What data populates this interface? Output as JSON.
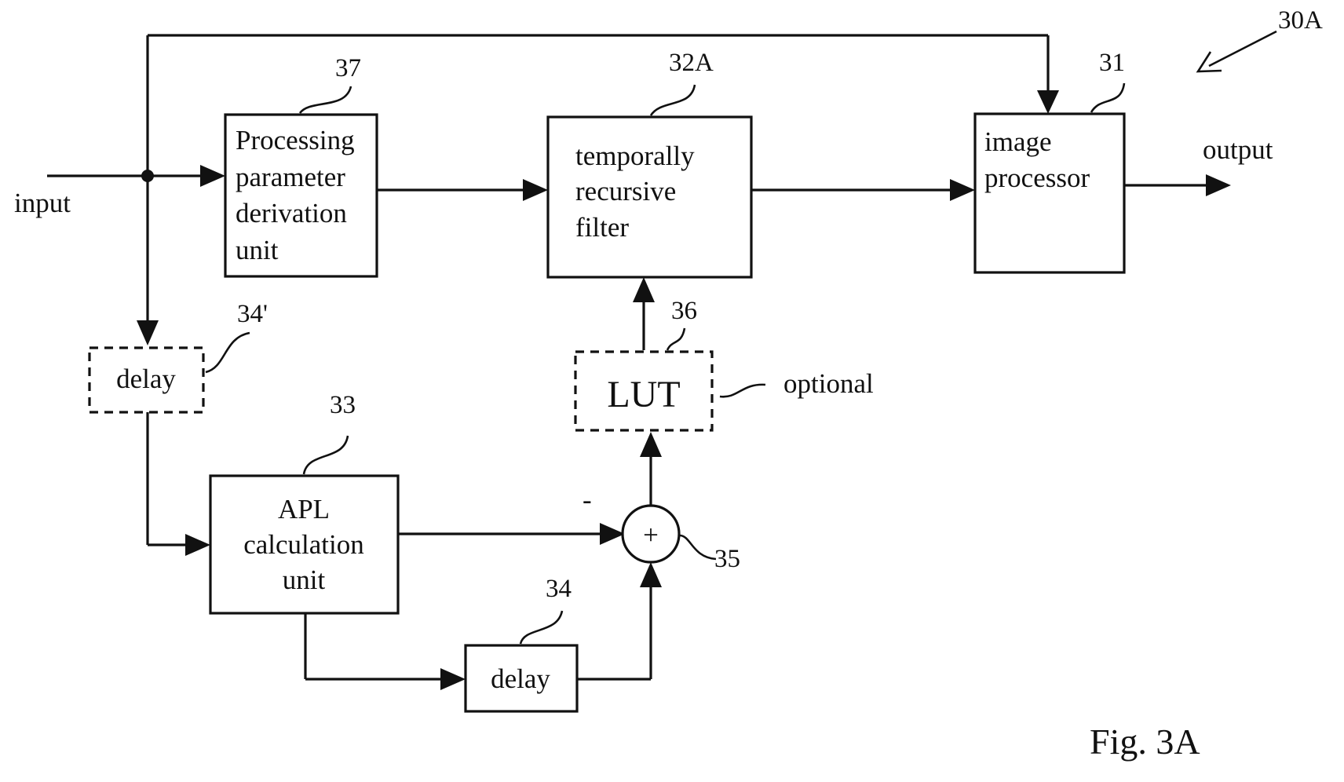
{
  "figure_ref": "30A",
  "figure_caption": "Fig. 3A",
  "input_label": "input",
  "output_label": "output",
  "optional_label": "optional",
  "blocks": {
    "param_unit": {
      "ref": "37",
      "lines": [
        "Processing",
        "parameter",
        "derivation",
        "unit"
      ]
    },
    "filter": {
      "ref": "32A",
      "lines": [
        "temporally",
        "recursive",
        "filter"
      ]
    },
    "image_processor": {
      "ref": "31",
      "lines": [
        "image",
        "processor"
      ]
    },
    "delay_prime": {
      "ref": "34'",
      "label": "delay"
    },
    "lut": {
      "ref": "36",
      "label": "LUT"
    },
    "apl_unit": {
      "ref": "33",
      "lines": [
        "APL",
        "calculation",
        "unit"
      ]
    },
    "adder": {
      "ref": "35",
      "symbol": "+",
      "minus_sign": "-"
    },
    "delay": {
      "ref": "34",
      "label": "delay"
    }
  }
}
